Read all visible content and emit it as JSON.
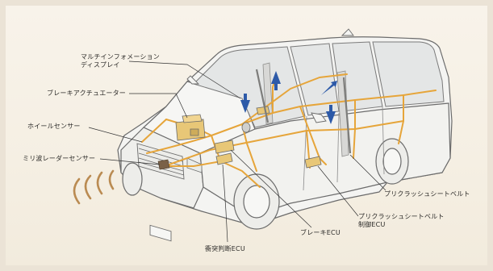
{
  "labels": {
    "multi_info_display": [
      "マルチインフォメーション",
      "ディスプレイ"
    ],
    "brake_actuator": "ブレーキアクチュエーター",
    "wheel_sensor": "ホイールセンサー",
    "millimeter_radar": "ミリ波レーダーセンサー",
    "collision_ecu": "衝突判断ECU",
    "brake_ecu": "ブレーキECU",
    "precrash_belt_ecu": [
      "プリクラッシュシートベルト",
      "制御ECU"
    ],
    "precrash_belt": "プリクラッシュシートベルト"
  },
  "colors": {
    "harness": "#e6a53a",
    "arrow": "#2d5aa8",
    "radar_wave": "#b07a3a",
    "car_line": "#6b6b6b",
    "car_fill": "#f4f4f2"
  }
}
